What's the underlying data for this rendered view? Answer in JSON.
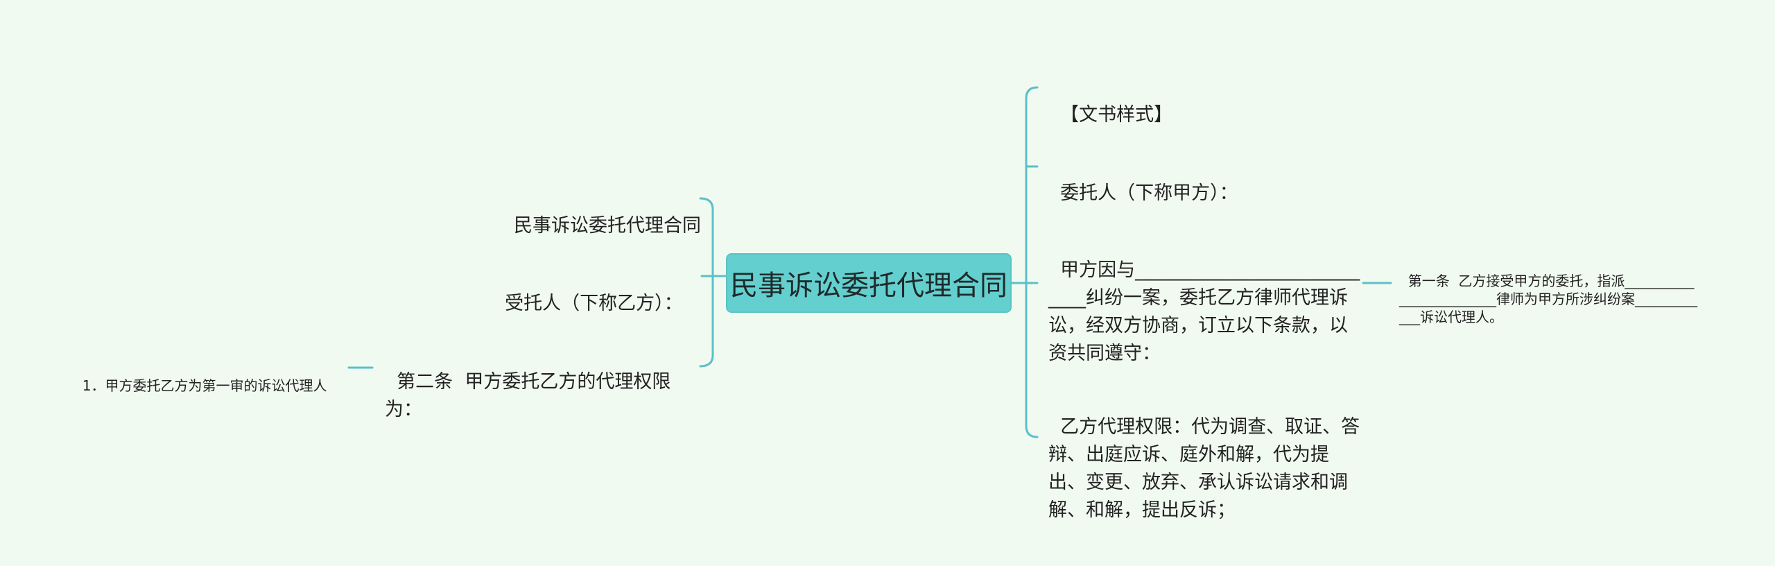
{
  "central": {
    "label": "民事诉讼委托代理合同"
  },
  "left": [
    {
      "label": "民事诉讼委托代理合同"
    },
    {
      "label": "受托人（下称乙方）："
    },
    {
      "label": "第二条  甲方委托乙方的代理权限为：",
      "child": {
        "label": "1．甲方委托乙方为第一审的诉讼代理人"
      }
    }
  ],
  "right": [
    {
      "label": "【文书样式】"
    },
    {
      "label": "委托人（下称甲方）："
    },
    {
      "label": "甲方因与____________________________纠纷一案，委托乙方律师代理诉讼，经双方协商，订立以下条款，以资共同遵守：",
      "child": {
        "label": "第一条  乙方接受甲方的委托，指派________________________律师为甲方所涉纠纷案____________诉讼代理人。"
      }
    },
    {
      "label": "乙方代理权限：代为调查、取证、答辩、出庭应诉、庭外和解，代为提出、变更、放弃、承认诉讼请求和调解、和解，提出反诉；"
    }
  ],
  "colors": {
    "background": "#f1faf1",
    "central_fill": "#64cfcf",
    "connector": "#5bc0c8"
  }
}
